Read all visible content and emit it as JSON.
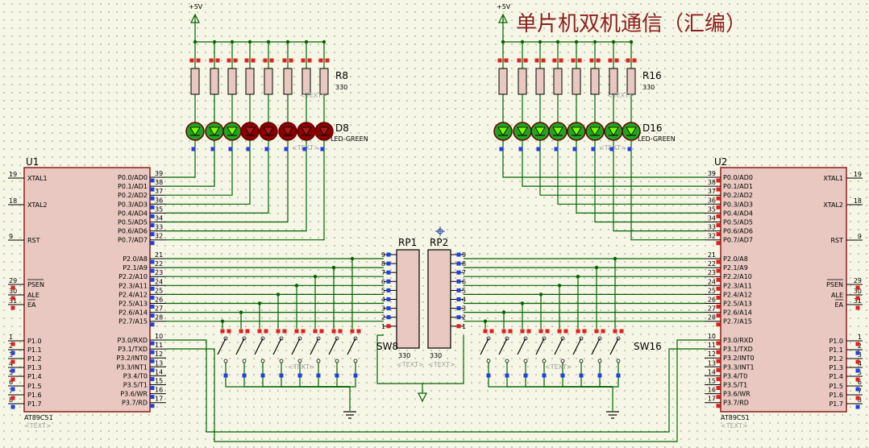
{
  "title": "单片机双机通信（汇编）",
  "power_label": "+5V",
  "chips": [
    {
      "ref": "U1",
      "part": "AT89C51",
      "text_placeholder": "<TEXT>",
      "left_pins": [
        {
          "num": "19",
          "name": "XTAL1"
        },
        {
          "num": "18",
          "name": "XTAL2"
        },
        {
          "num": "9",
          "name": "RST"
        },
        {
          "num": "29",
          "name": "PSEN"
        },
        {
          "num": "30",
          "name": "ALE"
        },
        {
          "num": "31",
          "name": "EA"
        },
        {
          "num": "1",
          "name": "P1.0"
        },
        {
          "num": "2",
          "name": "P1.1"
        },
        {
          "num": "3",
          "name": "P1.2"
        },
        {
          "num": "4",
          "name": "P1.3"
        },
        {
          "num": "5",
          "name": "P1.4"
        },
        {
          "num": "6",
          "name": "P1.5"
        },
        {
          "num": "7",
          "name": "P1.6"
        },
        {
          "num": "8",
          "name": "P1.7"
        }
      ],
      "right_pins": [
        {
          "num": "39",
          "name": "P0.0/AD0"
        },
        {
          "num": "38",
          "name": "P0.1/AD1"
        },
        {
          "num": "37",
          "name": "P0.2/AD2"
        },
        {
          "num": "36",
          "name": "P0.3/AD3"
        },
        {
          "num": "35",
          "name": "P0.4/AD4"
        },
        {
          "num": "34",
          "name": "P0.5/AD5"
        },
        {
          "num": "33",
          "name": "P0.6/AD6"
        },
        {
          "num": "32",
          "name": "P0.7/AD7"
        },
        {
          "num": "21",
          "name": "P2.0/A8"
        },
        {
          "num": "22",
          "name": "P2.1/A9"
        },
        {
          "num": "23",
          "name": "P2.2/A10"
        },
        {
          "num": "24",
          "name": "P2.3/A11"
        },
        {
          "num": "25",
          "name": "P2.4/A12"
        },
        {
          "num": "26",
          "name": "P2.5/A13"
        },
        {
          "num": "27",
          "name": "P2.6/A14"
        },
        {
          "num": "28",
          "name": "P2.7/A15"
        },
        {
          "num": "10",
          "name": "P3.0/RXD"
        },
        {
          "num": "11",
          "name": "P3.1/TXD"
        },
        {
          "num": "12",
          "name": "P3.2/INT0"
        },
        {
          "num": "13",
          "name": "P3.3/INT1"
        },
        {
          "num": "14",
          "name": "P3.4/T0"
        },
        {
          "num": "15",
          "name": "P3.5/T1"
        },
        {
          "num": "16",
          "name": "P3.6/WR"
        },
        {
          "num": "17",
          "name": "P3.7/RD"
        }
      ]
    },
    {
      "ref": "U2",
      "part": "AT89C51",
      "text_placeholder": "<TEXT>",
      "left_pins": [
        {
          "num": "19",
          "name": "XTAL1"
        },
        {
          "num": "18",
          "name": "XTAL2"
        },
        {
          "num": "9",
          "name": "RST"
        },
        {
          "num": "29",
          "name": "PSEN"
        },
        {
          "num": "30",
          "name": "ALE"
        },
        {
          "num": "31",
          "name": "EA"
        },
        {
          "num": "1",
          "name": "P1.0"
        },
        {
          "num": "2",
          "name": "P1.1"
        },
        {
          "num": "3",
          "name": "P1.2"
        },
        {
          "num": "4",
          "name": "P1.3"
        },
        {
          "num": "5",
          "name": "P1.4"
        },
        {
          "num": "6",
          "name": "P1.5"
        },
        {
          "num": "7",
          "name": "P1.6"
        },
        {
          "num": "8",
          "name": "P1.7"
        }
      ],
      "right_pins": [
        {
          "num": "39",
          "name": "P0.0/AD0"
        },
        {
          "num": "38",
          "name": "P0.1/AD1"
        },
        {
          "num": "37",
          "name": "P0.2/AD2"
        },
        {
          "num": "36",
          "name": "P0.3/AD3"
        },
        {
          "num": "35",
          "name": "P0.4/AD4"
        },
        {
          "num": "34",
          "name": "P0.5/AD5"
        },
        {
          "num": "33",
          "name": "P0.6/AD6"
        },
        {
          "num": "32",
          "name": "P0.7/AD7"
        },
        {
          "num": "21",
          "name": "P2.0/A8"
        },
        {
          "num": "22",
          "name": "P2.1/A9"
        },
        {
          "num": "23",
          "name": "P2.2/A10"
        },
        {
          "num": "24",
          "name": "P2.3/A11"
        },
        {
          "num": "25",
          "name": "P2.4/A12"
        },
        {
          "num": "26",
          "name": "P2.5/A13"
        },
        {
          "num": "27",
          "name": "P2.6/A14"
        },
        {
          "num": "28",
          "name": "P2.7/A15"
        },
        {
          "num": "10",
          "name": "P3.0/RXD"
        },
        {
          "num": "11",
          "name": "P3.1/TXD"
        },
        {
          "num": "12",
          "name": "P3.2/INT0"
        },
        {
          "num": "13",
          "name": "P3.3/INT1"
        },
        {
          "num": "14",
          "name": "P3.4/T0"
        },
        {
          "num": "15",
          "name": "P3.5/T1"
        },
        {
          "num": "16",
          "name": "P3.6/WR"
        },
        {
          "num": "17",
          "name": "P3.7/RD"
        }
      ]
    }
  ],
  "resistor_arrays": [
    {
      "ref": "RP1",
      "value": "330",
      "text_placeholder": "<TEXT>",
      "pins": [
        "9",
        "8",
        "7",
        "6",
        "5",
        "4",
        "3",
        "2",
        "1"
      ]
    },
    {
      "ref": "RP2",
      "value": "330",
      "text_placeholder": "<TEXT>",
      "pins": [
        "9",
        "8",
        "7",
        "6",
        "5",
        "4",
        "3",
        "2",
        "1"
      ]
    }
  ],
  "resistor_groups": [
    {
      "last_ref": "R8",
      "value": "330",
      "text_placeholder": "<TEXT>"
    },
    {
      "last_ref": "R16",
      "value": "330",
      "text_placeholder": "<TEXT>"
    }
  ],
  "led_groups": [
    {
      "last_ref": "D8",
      "type": "LED-GREEN",
      "text_placeholder": "<TEXT>",
      "states": [
        "on",
        "on",
        "on",
        "off",
        "off",
        "off",
        "off",
        "off"
      ]
    },
    {
      "last_ref": "D16",
      "type": "LED-GREEN",
      "text_placeholder": "<TEXT>",
      "states": [
        "on",
        "on",
        "on",
        "on",
        "on",
        "on",
        "on",
        "on"
      ]
    }
  ],
  "switch_groups": [
    {
      "last_ref": "SW8",
      "text_placeholder": "<TEXT>"
    },
    {
      "last_ref": "SW16",
      "text_placeholder": "<TEXT>"
    }
  ],
  "colors": {
    "wire": "#006400",
    "chip_fill": "#e8c8c0",
    "chip_border": "#8b1f1f",
    "led_on": "#23a323",
    "led_off": "#8b0000",
    "pin_red": "#e02020",
    "pin_blue": "#2040e0",
    "title": "#8b1f1f"
  }
}
